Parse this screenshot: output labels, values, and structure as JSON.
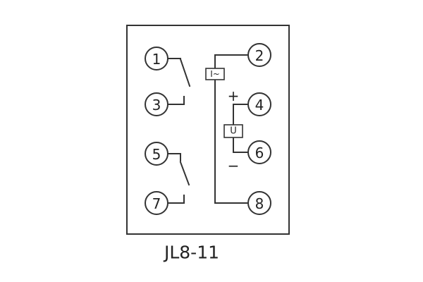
{
  "diagram": {
    "caption": "JL8-11",
    "terminals": {
      "t1": "1",
      "t2": "2",
      "t3": "3",
      "t4": "4",
      "t5": "5",
      "t6": "6",
      "t7": "7",
      "t8": "8"
    },
    "labels": {
      "current_coil": "I~",
      "voltage_coil": "U",
      "plus": "+",
      "minus": "−"
    },
    "colors": {
      "line": "#333333",
      "text": "#222222",
      "background": "#ffffff"
    }
  }
}
